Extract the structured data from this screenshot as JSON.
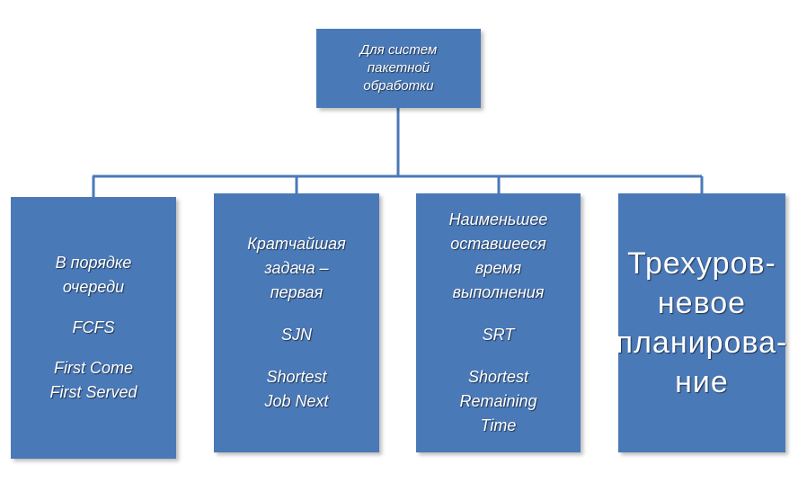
{
  "diagram": {
    "root": {
      "lines": [
        "Для систем",
        "пакетной",
        "обработки"
      ]
    },
    "children": [
      {
        "groups": [
          [
            "В порядке",
            "очереди"
          ],
          [
            "FCFS"
          ],
          [
            "First Come",
            "First Served"
          ]
        ]
      },
      {
        "groups": [
          [
            "Кратчайшая",
            "задача –",
            "первая"
          ],
          [
            "SJN"
          ],
          [
            "Shortest",
            "Job Next"
          ]
        ]
      },
      {
        "groups": [
          [
            "Наименьшее",
            "оставшееся",
            "время",
            "выполнения"
          ],
          [
            "SRT"
          ],
          [
            "Shortest",
            "Remaining",
            "Time"
          ]
        ]
      },
      {
        "groups": [
          [
            "Трехуров-",
            "невое",
            "планирова-",
            "ние"
          ]
        ]
      }
    ],
    "colors": {
      "box_fill": "#4a79b8",
      "connector": "#4a79b8",
      "text": "#ffffff"
    }
  }
}
